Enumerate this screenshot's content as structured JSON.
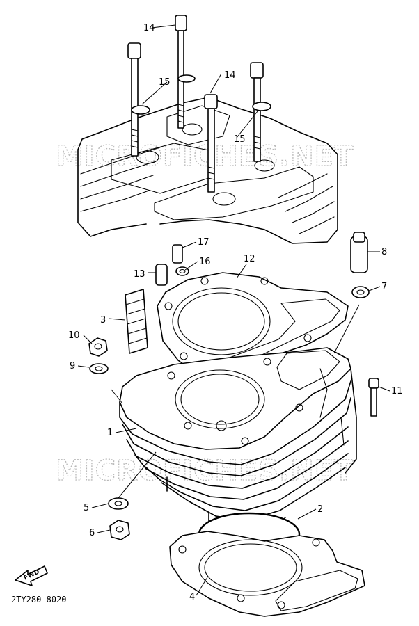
{
  "watermark": {
    "text": "MICROFICHES.NET"
  },
  "callouts": {
    "c1": "1",
    "c2": "2",
    "c3": "3",
    "c4": "4",
    "c5": "5",
    "c6": "6",
    "c7": "7",
    "c8": "8",
    "c9": "9",
    "c10": "10",
    "c11": "11",
    "c12": "12",
    "c13": "13",
    "c14a": "14",
    "c14b": "14",
    "c15a": "15",
    "c15b": "15",
    "c16": "16",
    "c17": "17"
  },
  "direction_label": "FWD",
  "diagram_code": "2TY280-8020"
}
